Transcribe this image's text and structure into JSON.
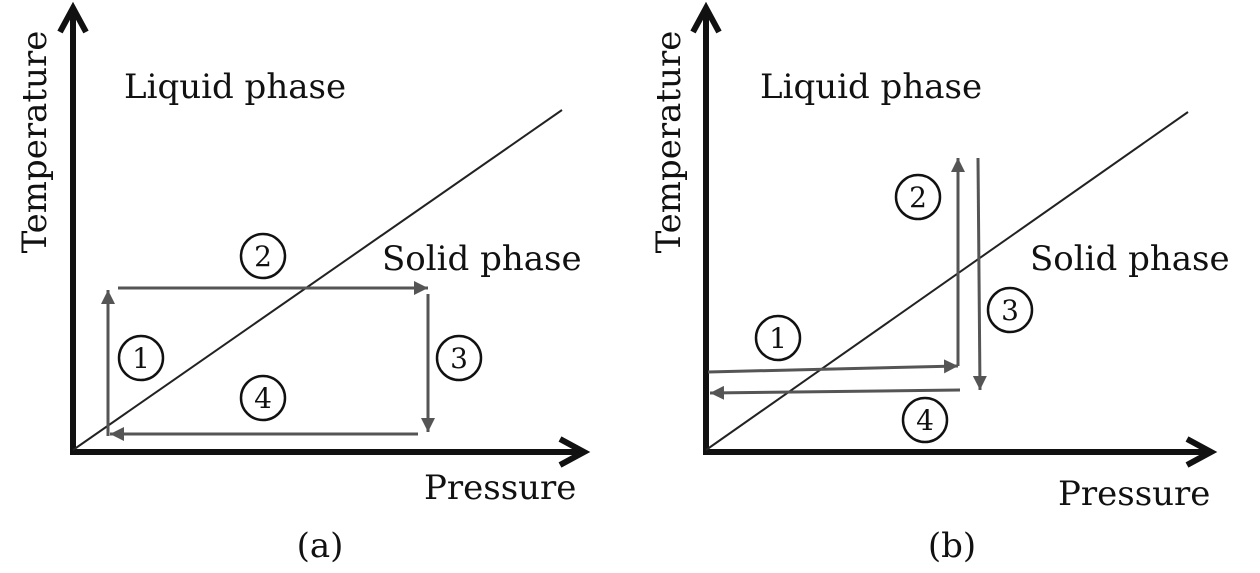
{
  "panels": [
    {
      "caption": "(a)",
      "x_axis_label": "Pressure",
      "y_axis_label": "Temperature",
      "region_upper": "Liquid phase",
      "region_lower": "Solid phase",
      "step_labels": [
        "1",
        "2",
        "3",
        "4"
      ]
    },
    {
      "caption": "(b)",
      "x_axis_label": "Pressure",
      "y_axis_label": "Temperature",
      "region_upper": "Liquid phase",
      "region_lower": "Solid phase",
      "step_labels": [
        "1",
        "2",
        "3",
        "4"
      ]
    }
  ],
  "colors": {
    "axis": "#111111",
    "arrow": "#555555",
    "boundary": "#222222"
  }
}
